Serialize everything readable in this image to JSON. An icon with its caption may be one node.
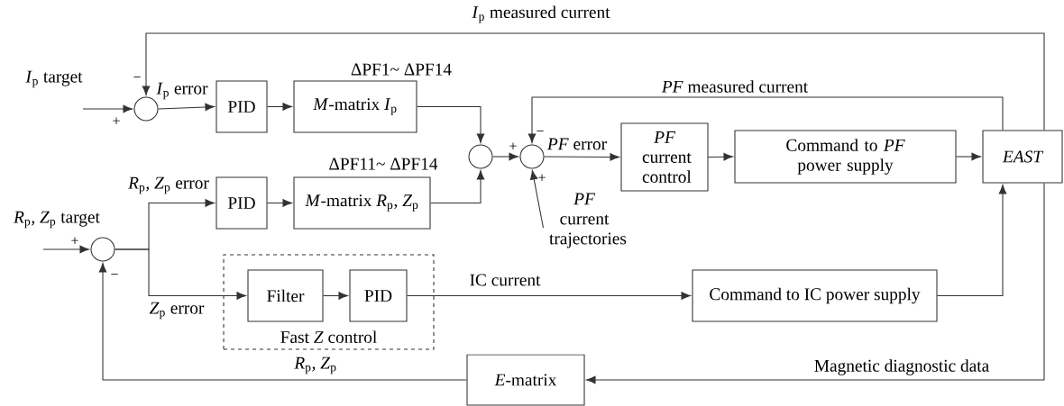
{
  "diagram": {
    "nodes": [
      {
        "text": [],
        "shape": "circle"
      },
      {
        "text": [
          "PID"
        ]
      },
      {
        "text": [
          "*M*-matrix *I*$_{p}$"
        ]
      },
      {
        "text": [],
        "shape": "circle"
      },
      {
        "text": [],
        "shape": "circle"
      },
      {
        "text": [
          "*PF* current control"
        ]
      },
      {
        "text": [
          "Command to *PF* power supply"
        ]
      },
      {
        "text": [
          "EAST"
        ]
      },
      {
        "text": [
          "PID"
        ]
      },
      {
        "text": [
          "*M*-matrix *R*$_{p}$, *Z*$_{p}$"
        ]
      },
      {
        "text": [],
        "shape": "circle"
      },
      {
        "text": [
          "Fast *Z* control"
        ]
      },
      {
        "text": [
          "Filter"
        ],
        "in": 11
      },
      {
        "text": [
          "PID"
        ],
        "in": 11
      },
      {
        "text": [
          "Command to IC power supply"
        ]
      },
      {
        "text": [
          "*E*-matrix"
        ]
      },
      {
        "text": [
          "*PF* current trajectories"
        ]
      }
    ],
    "edges": [
      {
        "from": null,
        "to": 0,
        "arrow": "to",
        "label": "*I*$_{p}$ target"
      },
      {
        "from": 7,
        "to": 0,
        "arrow": "to",
        "label": "*I*$_{p}$ measured current"
      },
      {
        "from": 0,
        "to": 1,
        "arrow": "to",
        "label": "*I*$_{p}$ error"
      },
      {
        "from": 1,
        "to": 2,
        "arrow": "to"
      },
      {
        "from": 2,
        "to": 3,
        "arrow": "to",
        "label": "ΔPF1~ ΔPF14"
      },
      {
        "from": 3,
        "to": 4,
        "arrow": "to"
      },
      {
        "from": 4,
        "to": 5,
        "arrow": "to",
        "label": "*PF* error"
      },
      {
        "from": 5,
        "to": 6,
        "arrow": "to"
      },
      {
        "from": 6,
        "to": 7,
        "arrow": "to"
      },
      {
        "from": 7,
        "to": 4,
        "arrow": "to",
        "label": "*PF* measured current"
      },
      {
        "from": 16,
        "to": 4,
        "arrow": "to"
      },
      {
        "from": null,
        "to": 10,
        "arrow": "to",
        "label": "*R*$_{p}$, *Z*$_{p}$ target"
      },
      {
        "from": 10,
        "to": 8,
        "arrow": "to",
        "label": "*R*$_{p}$, *Z*$_{p}$ error"
      },
      {
        "from": 8,
        "to": 9,
        "arrow": "to"
      },
      {
        "from": 9,
        "to": 3,
        "arrow": "to",
        "label": "ΔPF11~ ΔPF14"
      },
      {
        "from": 10,
        "to": 12,
        "arrow": "to",
        "label": "*Z*$_{p}$ error"
      },
      {
        "from": 12,
        "to": 13,
        "arrow": "to"
      },
      {
        "from": 13,
        "to": 14,
        "arrow": "to",
        "label": "IC current"
      },
      {
        "from": 14,
        "to": 7,
        "arrow": "to"
      },
      {
        "from": 7,
        "to": 15,
        "arrow": "to",
        "label": "Magnetic diagnostic data"
      },
      {
        "from": 15,
        "to": 10,
        "arrow": "to",
        "label": "*R*$_{p}$, *Z*$_{p}$"
      }
    ],
    "labels": [
      "−",
      "+",
      "−",
      "+",
      "+",
      "+",
      "−"
    ]
  }
}
